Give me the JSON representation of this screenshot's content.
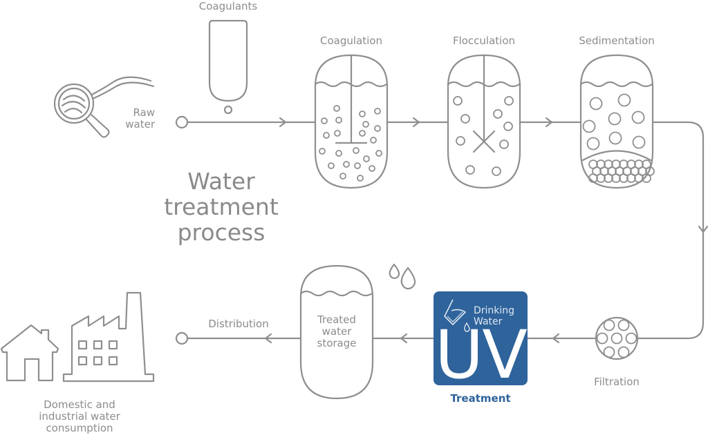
{
  "diagram": {
    "title": [
      "Water",
      "treatment",
      "process"
    ],
    "stages": {
      "raw_water": [
        "Raw",
        "water"
      ],
      "coagulants": "Coagulants",
      "coagulation": "Coagulation",
      "flocculation": "Flocculation",
      "sedimentation": "Sedimentation",
      "filtration": "Filtration",
      "uv": {
        "badge_line1": "Drinking",
        "badge_line2": "Water",
        "big_text": "UV",
        "caption": "Treatment",
        "color": "#2f639b"
      },
      "storage": [
        "Treated",
        "water",
        "storage"
      ],
      "distribution": "Distribution",
      "consumption": [
        "Domestic and",
        "industrial water",
        "consumption"
      ]
    },
    "flow": [
      "Raw water",
      "Coagulation",
      "Flocculation",
      "Sedimentation",
      "Filtration",
      "UV Treatment",
      "Treated water storage",
      "Distribution",
      "Domestic and industrial water consumption"
    ],
    "line_color": "#8e8e8e"
  }
}
